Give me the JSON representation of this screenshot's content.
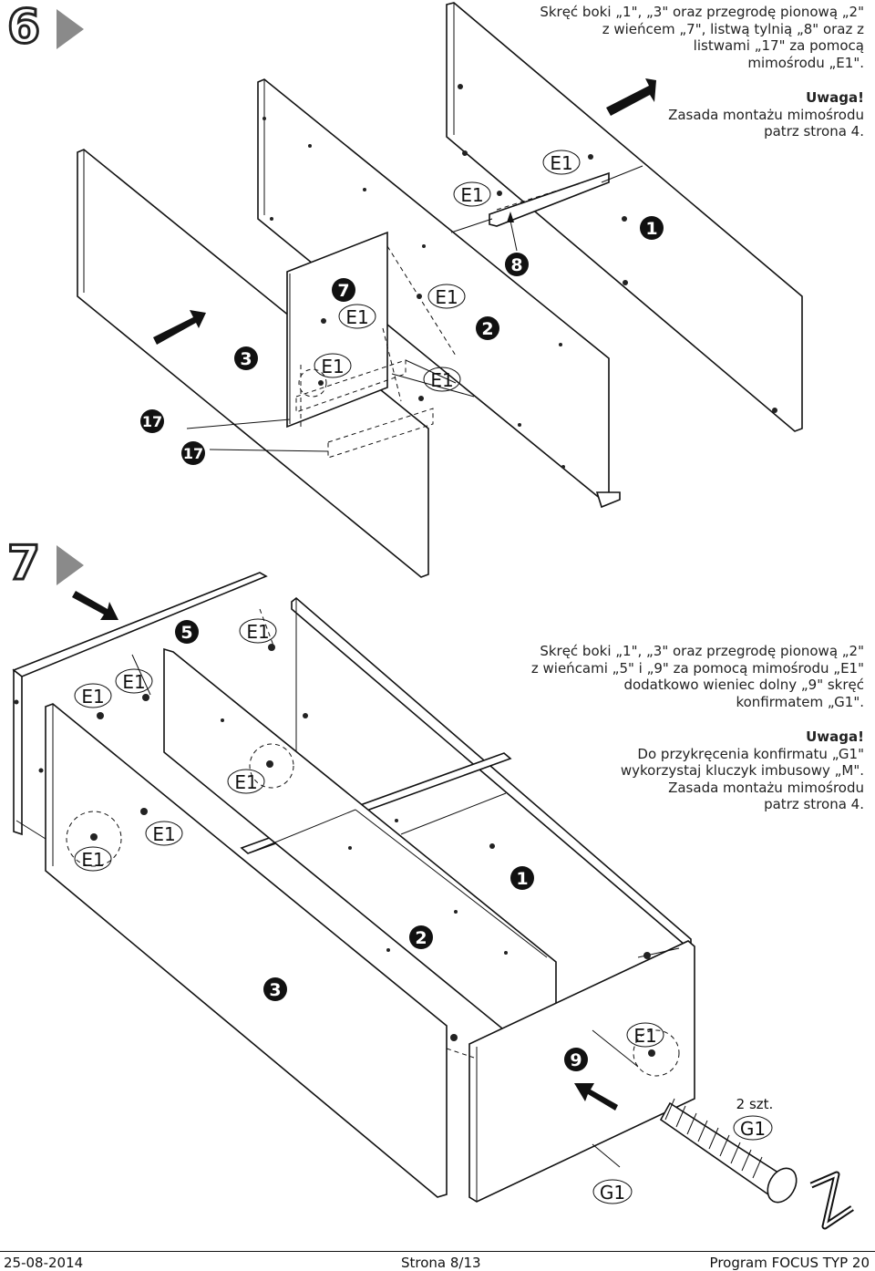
{
  "step6": {
    "number": "6",
    "instruction": [
      "Skręć boki „1\", „3\" oraz przegrodę pionową „2\"",
      "z wieńcem „7\", listwą tylnią „8\" oraz z",
      "listwami „17\"  za pomocą",
      "mimośrodu „E1\"."
    ],
    "note_title": "Uwaga!",
    "note": [
      "Zasada montażu mimośrodu",
      "patrz strona 4."
    ]
  },
  "step7": {
    "number": "7",
    "instruction": [
      "Skręć boki „1\", „3\" oraz przegrodę pionową „2\"",
      "z wieńcami „5\" i „9\" za pomocą mimośrodu „E1\"",
      "dodatkowo wieniec dolny „9\" skręć",
      "konfirmatem „G1\"."
    ],
    "note_title": "Uwaga!",
    "note": [
      "Do przykręcenia konfirmatu „G1\"",
      "wykorzystaj kluczyk imbusowy „M\".",
      "Zasada montażu mimośrodu",
      "patrz strona 4."
    ]
  },
  "parts": {
    "p1": "1",
    "p2": "2",
    "p3": "3",
    "p5": "5",
    "p7": "7",
    "p8": "8",
    "p9": "9",
    "p17": "17",
    "e1": "E1",
    "g1": "G1",
    "qty": "2 szt."
  },
  "footer": {
    "date": "25-08-2014",
    "page": "Strona 8/13",
    "program": "Program FOCUS TYP 20"
  }
}
